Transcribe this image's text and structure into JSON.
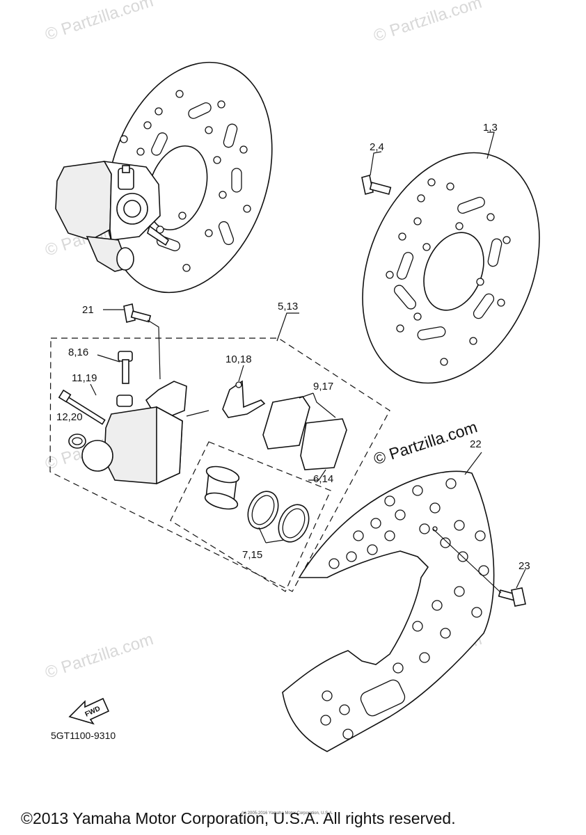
{
  "diagram": {
    "labels": {
      "l1_3": "1,3",
      "l2_4": "2,4",
      "l5_13": "5,13",
      "l6_14": "6,14",
      "l7_15": "7,15",
      "l8_16": "8,16",
      "l9_17": "9,17",
      "l10_18": "10,18",
      "l11_19": "11,19",
      "l12_20": "12,20",
      "l21": "21",
      "l22": "22",
      "l23": "23"
    },
    "fwd_label": "FWD",
    "diagram_code": "5GT1100-9310",
    "watermark_main": "© Partzilla.com",
    "watermark_faded": "© Partzilla.com",
    "tiny_credit": "(c) 2005-2016 Yamaha Motor Corporation, U.S.A.",
    "copyright": "©2013 Yamaha Motor Corporation, U.S.A. All rights reserved."
  }
}
